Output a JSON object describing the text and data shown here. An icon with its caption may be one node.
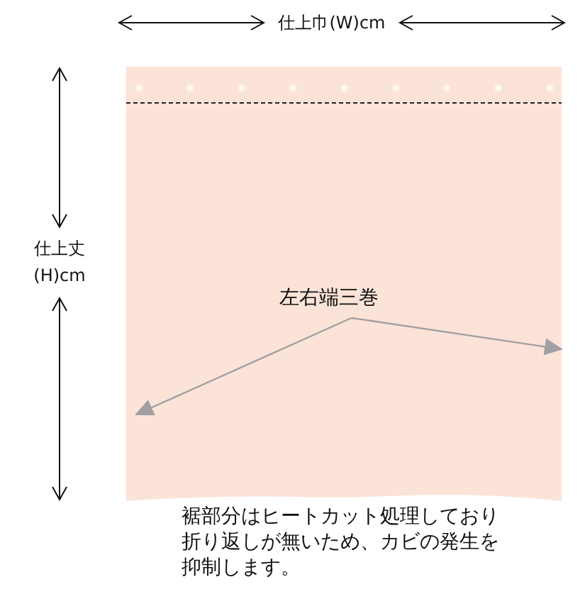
{
  "diagram": {
    "nodes": [
      {
        "text": [],
        "shape": "box"
      },
      {
        "text": [
          "左右端三巻"
        ],
        "in": 0
      }
    ],
    "edges": [
      {
        "from": 1,
        "to": null,
        "arrow": "to"
      },
      {
        "from": 1,
        "to": null,
        "arrow": "to"
      }
    ],
    "labels": [
      "仕上巾(W)cm",
      "仕上丈(H)cm",
      "裾部分はヒートカット処理しており折り返しが無いため、カビの発生を抑制します。"
    ]
  }
}
